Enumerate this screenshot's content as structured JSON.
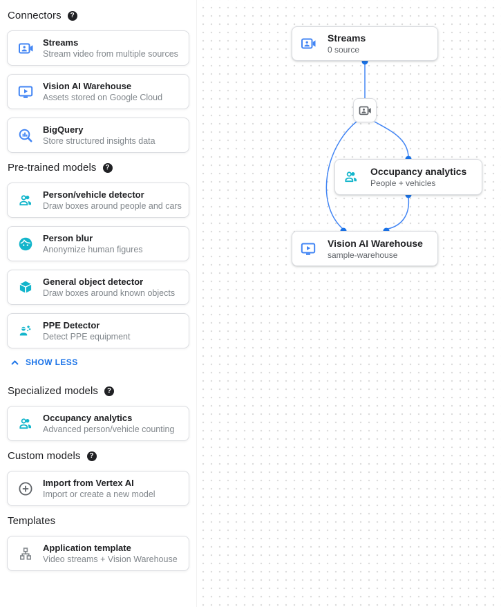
{
  "colors": {
    "connector_blue": "#4285f4",
    "model_teal": "#12b5cb",
    "neutral_gray": "#5f6368",
    "link_blue": "#1a73e8",
    "edge_blue": "#4285f4",
    "port_blue": "#1a73e8"
  },
  "icons": {
    "help_glyph": "?"
  },
  "sidebar": {
    "sections": [
      {
        "label": "Connectors",
        "cards": [
          {
            "icon": "video-camera-front-icon",
            "title": "Streams",
            "subtitle": "Stream video from multiple sources"
          },
          {
            "icon": "smart-display-icon",
            "title": "Vision AI Warehouse",
            "subtitle": "Assets stored on Google Cloud"
          },
          {
            "icon": "bigquery-search-chart-icon",
            "title": "BigQuery",
            "subtitle": "Store structured insights data"
          }
        ]
      },
      {
        "label": "Pre-trained models",
        "cards": [
          {
            "icon": "people-icon",
            "title": "Person/vehicle detector",
            "subtitle": "Draw boxes around people and cars"
          },
          {
            "icon": "face-icon",
            "title": "Person blur",
            "subtitle": "Anonymize human figures"
          },
          {
            "icon": "cube-icon",
            "title": "General object detector",
            "subtitle": "Draw boxes around known objects"
          },
          {
            "icon": "person-gear-icon",
            "title": "PPE Detector",
            "subtitle": "Detect PPE equipment"
          }
        ]
      },
      {
        "label": "Specialized models",
        "cards": [
          {
            "icon": "people-icon",
            "title": "Occupancy analytics",
            "subtitle": "Advanced person/vehicle counting"
          }
        ]
      },
      {
        "label": "Custom models",
        "cards": [
          {
            "icon": "add-circle-icon",
            "title": "Import from Vertex AI",
            "subtitle": "Import or create a new model"
          }
        ]
      },
      {
        "label": "Templates",
        "cards": [
          {
            "icon": "account-tree-icon",
            "title": "Application template",
            "subtitle": "Video streams + Vision Warehouse"
          }
        ]
      }
    ],
    "show_less_label": "SHOW LESS"
  },
  "canvas": {
    "streams_node": {
      "title": "Streams",
      "subtitle": "0 source"
    },
    "occupancy_node": {
      "title": "Occupancy analytics",
      "subtitle": "People + vehicles"
    },
    "warehouse_node": {
      "title": "Vision AI Warehouse",
      "subtitle": "sample-warehouse"
    }
  }
}
